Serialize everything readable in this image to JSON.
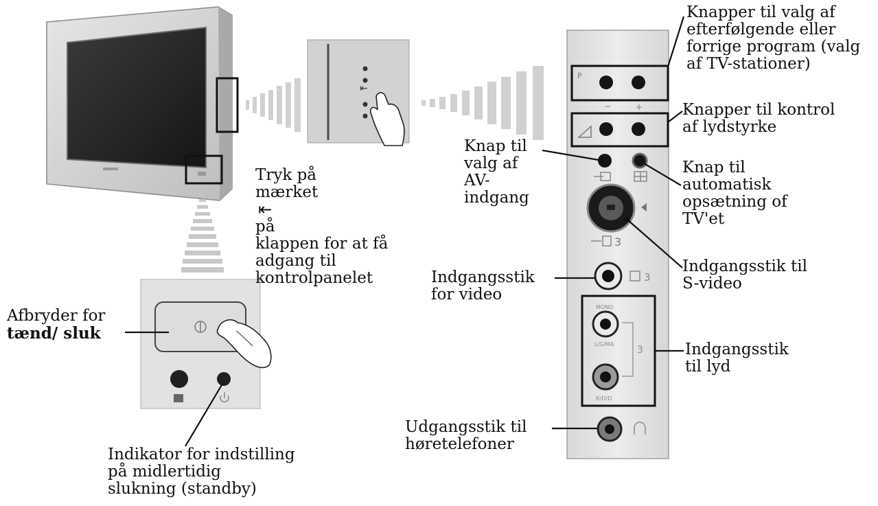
{
  "labels": {
    "prog_buttons": [
      "Knapper til valg af",
      "efterfølgende eller",
      "forrige program (valg",
      "af TV-stationer)"
    ],
    "vol_buttons": [
      "Knapper til kontrol",
      "af lydstyrke"
    ],
    "av_button": [
      "Knap til",
      "valg af",
      "AV-",
      "indgang"
    ],
    "auto_setup": [
      "Knap til",
      "automatisk",
      "opsætning of",
      "TV'et"
    ],
    "svideo_input": [
      "Indgangsstik til",
      "S-video"
    ],
    "video_input": [
      "Indgangsstik",
      "for video"
    ],
    "audio_input": [
      "Indgangsstik",
      "til lyd"
    ],
    "headphone_output": [
      "Udgangsstik til",
      "høretelefoner"
    ],
    "press_mark": {
      "line1": "Tryk på",
      "line2_pre": "mærket",
      "line2_post": "på",
      "line3": "klappen for at få",
      "line4": "adgang til",
      "line5": "kontrolpanelet"
    },
    "power_switch": {
      "line1": "Afbryder for",
      "line2_bold": "tænd/ sluk"
    },
    "standby_indicator": [
      "Indikator for indstilling",
      "på midlertidig",
      "slukning (standby)"
    ]
  },
  "panel_marks": {
    "prog_p": "P",
    "minus": "−",
    "plus": "+",
    "svideo_num": "3",
    "video_num": "3",
    "mono": "MONO",
    "l_g_mono": "L/G/MA",
    "r_d_d": "R/D/D",
    "audio_num": "3"
  },
  "icons": {
    "flap_mark": "open-flap-icon",
    "power": "power-icon",
    "standby": "standby-icon",
    "volume": "volume-icon",
    "av_input": "av-input-icon",
    "auto_setup": "auto-setup-icon",
    "headphone": "headphone-icon"
  },
  "colors": {
    "tv_body": "#d4d4d4",
    "screen": "#2a2a2a",
    "panel": "#e4e4e4",
    "ink": "#111111"
  }
}
